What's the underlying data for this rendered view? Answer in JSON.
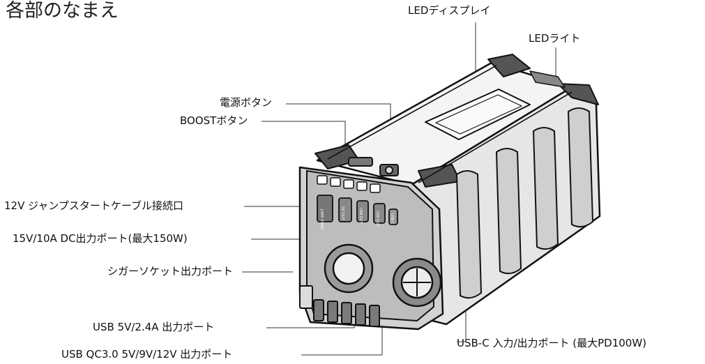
{
  "title": "各部のなまえ",
  "labels": {
    "led_display": "LEDディスプレイ",
    "led_light": "LEDライト",
    "power_button": "電源ボタン",
    "boost_button": "BOOSTボタン",
    "jump_cable_port": "12V ジャンプスタートケーブル接続口",
    "dc_output": "15V/10A DC出力ポート(最大150W)",
    "cigar_socket": "シガーソケット出力ポート",
    "usb_24a": "USB 5V/2.4A 出力ポート",
    "usb_qc": "USB QC3.0 5V/9V/12V 出力ポート",
    "usb_c": "USB-C 入力/出力ポート (最大PD100W)"
  },
  "port_labels": {
    "jump": "JUMP START",
    "dc_out": "DC OUT",
    "usb_out_1": "USB OUT",
    "usb_out_2": "USB OUT",
    "usb_c": "USB-C"
  }
}
